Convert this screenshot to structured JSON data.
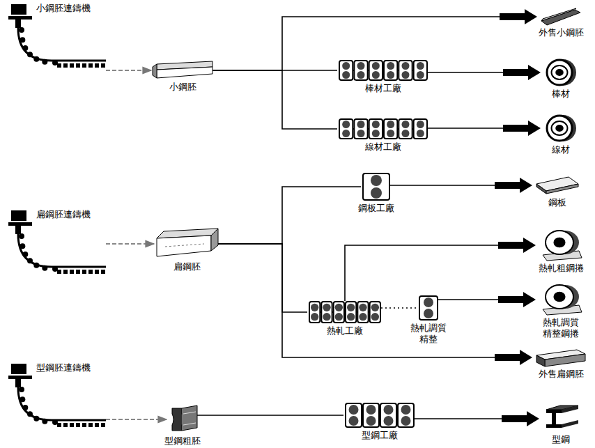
{
  "diagram": {
    "nodes": [
      {
        "text": [
          "小鋼胚連鑄機"
        ]
      },
      {
        "text": [
          "小鋼胚"
        ]
      },
      {
        "text": [
          "棒材工廠"
        ]
      },
      {
        "text": [
          "線材工廠"
        ]
      },
      {
        "text": [
          "外售小鋼胚"
        ]
      },
      {
        "text": [
          "棒材"
        ]
      },
      {
        "text": [
          "線材"
        ]
      },
      {
        "text": [
          "扁鋼胚連鑄機"
        ]
      },
      {
        "text": [
          "扁鋼胚"
        ]
      },
      {
        "text": [
          "鋼板工廠"
        ]
      },
      {
        "text": [
          "熱軋工廠"
        ]
      },
      {
        "text": [
          "熱軋調質 精整"
        ]
      },
      {
        "text": [
          "鋼板"
        ]
      },
      {
        "text": [
          "熱軋粗鋼捲"
        ]
      },
      {
        "text": [
          "熱軋調質 精整鋼捲"
        ]
      },
      {
        "text": [
          "外售扁鋼胚"
        ]
      },
      {
        "text": [
          "型鋼胚連鑄機"
        ]
      },
      {
        "text": [
          "型鋼粗胚"
        ]
      },
      {
        "text": [
          "型鋼工廠"
        ]
      },
      {
        "text": [
          "型鋼"
        ]
      }
    ],
    "edges": [
      {
        "from": 0,
        "to": 1,
        "arrow": "to"
      },
      {
        "from": 1,
        "to": 4,
        "arrow": "to"
      },
      {
        "from": 1,
        "to": 2,
        "arrow": "none"
      },
      {
        "from": 1,
        "to": 3,
        "arrow": "none"
      },
      {
        "from": 2,
        "to": 5,
        "arrow": "to"
      },
      {
        "from": 3,
        "to": 6,
        "arrow": "to"
      },
      {
        "from": 7,
        "to": 8,
        "arrow": "to"
      },
      {
        "from": 8,
        "to": 9,
        "arrow": "none"
      },
      {
        "from": 8,
        "to": 10,
        "arrow": "none"
      },
      {
        "from": 8,
        "to": 15,
        "arrow": "to"
      },
      {
        "from": 9,
        "to": 12,
        "arrow": "to"
      },
      {
        "from": 10,
        "to": 13,
        "arrow": "to"
      },
      {
        "from": 10,
        "to": 11,
        "arrow": "none"
      },
      {
        "from": 11,
        "to": 14,
        "arrow": "to"
      },
      {
        "from": 16,
        "to": 17,
        "arrow": "to"
      },
      {
        "from": 17,
        "to": 18,
        "arrow": "none"
      },
      {
        "from": 18,
        "to": 19,
        "arrow": "to"
      }
    ]
  }
}
